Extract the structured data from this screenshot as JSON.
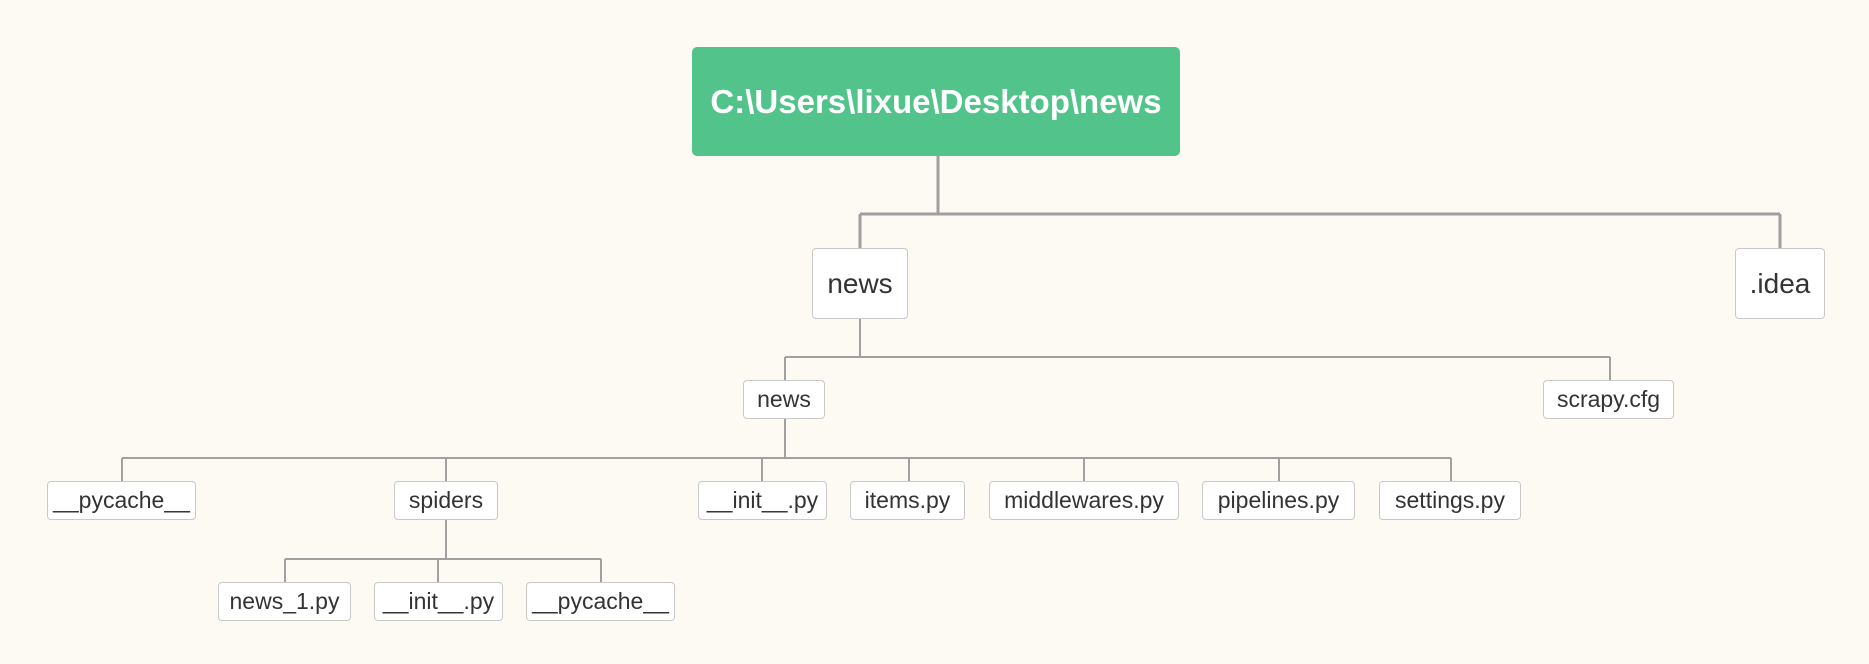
{
  "tree": {
    "root": {
      "label": "C:\\Users\\lixue\\Desktop\\news"
    },
    "level1": [
      {
        "label": "news"
      },
      {
        "label": ".idea"
      }
    ],
    "level2": [
      {
        "label": "news"
      },
      {
        "label": "scrapy.cfg"
      }
    ],
    "level3": [
      {
        "label": "__pycache__"
      },
      {
        "label": "spiders"
      },
      {
        "label": "__init__.py"
      },
      {
        "label": "items.py"
      },
      {
        "label": "middlewares.py"
      },
      {
        "label": "pipelines.py"
      },
      {
        "label": "settings.py"
      }
    ],
    "level4": [
      {
        "label": "news_1.py"
      },
      {
        "label": "__init__.py"
      },
      {
        "label": "__pycache__"
      }
    ]
  },
  "colors": {
    "background": "#fcfaf2",
    "root_fill": "#52c48b",
    "connector": "#a0a0a0",
    "node_border": "#c8c8c8"
  }
}
